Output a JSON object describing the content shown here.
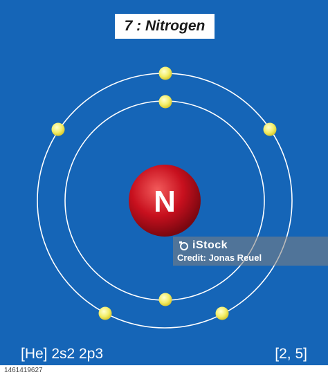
{
  "title": "7 : Nitrogen",
  "nucleus": {
    "symbol": "N",
    "color": "#c8101e"
  },
  "electron_configuration": "[He] 2s2 2p3",
  "shell_distribution": "[2, 5]",
  "shells": [
    {
      "electrons": 2
    },
    {
      "electrons": 5
    }
  ],
  "colors": {
    "background": "#1565b7",
    "electron": "#f3ee6a",
    "orbit": "#ffffff"
  },
  "watermark": {
    "brand": "iStock",
    "credit": "Credit: Jonas Reuel"
  },
  "stock_id": "1461419627"
}
